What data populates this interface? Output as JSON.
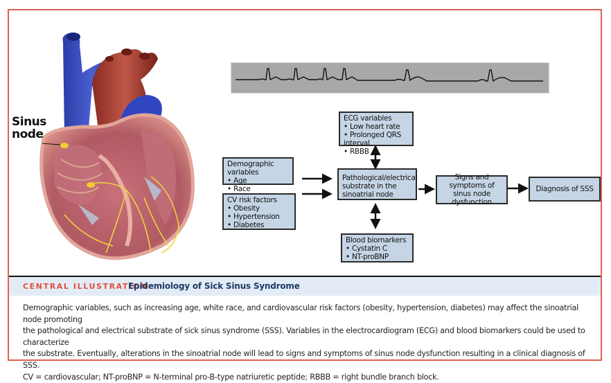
{
  "figure": {
    "heart_label": "Sinus node",
    "heart_label_lines": [
      "Sinus",
      "node"
    ],
    "ecg_strip": {
      "description_icon": "ecg-trace-icon",
      "beats": 6
    },
    "boxes": {
      "demographic": {
        "title": "Demographic variables",
        "items": [
          "Age",
          "Race"
        ]
      },
      "cv_risk": {
        "title": "CV risk factors",
        "items": [
          "Obesity",
          "Hypertension",
          "Diabetes"
        ]
      },
      "ecg_vars": {
        "title": "ECG variables",
        "items": [
          "Low heart rate",
          "Prolonged QRS interval",
          "RBBB"
        ]
      },
      "substrate": {
        "title": "Pathological/electrical substrate in the sinoatrial node"
      },
      "biomarkers": {
        "title": "Blood biomarkers",
        "items": [
          "Cystatin C",
          "NT-proBNP"
        ]
      },
      "signs": {
        "title": "Signs and symptoms of sinus node dysfunction"
      },
      "diagnosis": {
        "title": "Diagnosis of SSS"
      }
    },
    "bullet": "•"
  },
  "caption": {
    "tag": "CENTRAL ILLUSTRATION",
    "title": "Epidemiology of Sick Sinus Syndrome",
    "lines": [
      "Demographic variables, such as increasing age, white race, and cardiovascular risk factors (obesity, hypertension, diabetes) may affect the sinoatrial node promoting",
      "the pathological and electrical substrate of sick sinus syndrome (SSS). Variables in the electrocardiogram (ECG) and blood biomarkers could be used to characterize",
      "the substrate. Eventually, alterations in the sinoatrial node will lead to signs and symptoms of sinus node dysfunction resulting in a clinical diagnosis of SSS.",
      "CV = cardiovascular; NT-proBNP = N-terminal pro-B-type natriuretic peptide; RBBB = right bundle branch block."
    ]
  },
  "colors": {
    "frame": "#e06050",
    "box_fill": "#c5d5e5",
    "caption_bar": "#e3ecf6",
    "caption_tag": "#e0503c",
    "caption_title": "#1d3b66",
    "ecg_bg": "#a8a8a8"
  }
}
